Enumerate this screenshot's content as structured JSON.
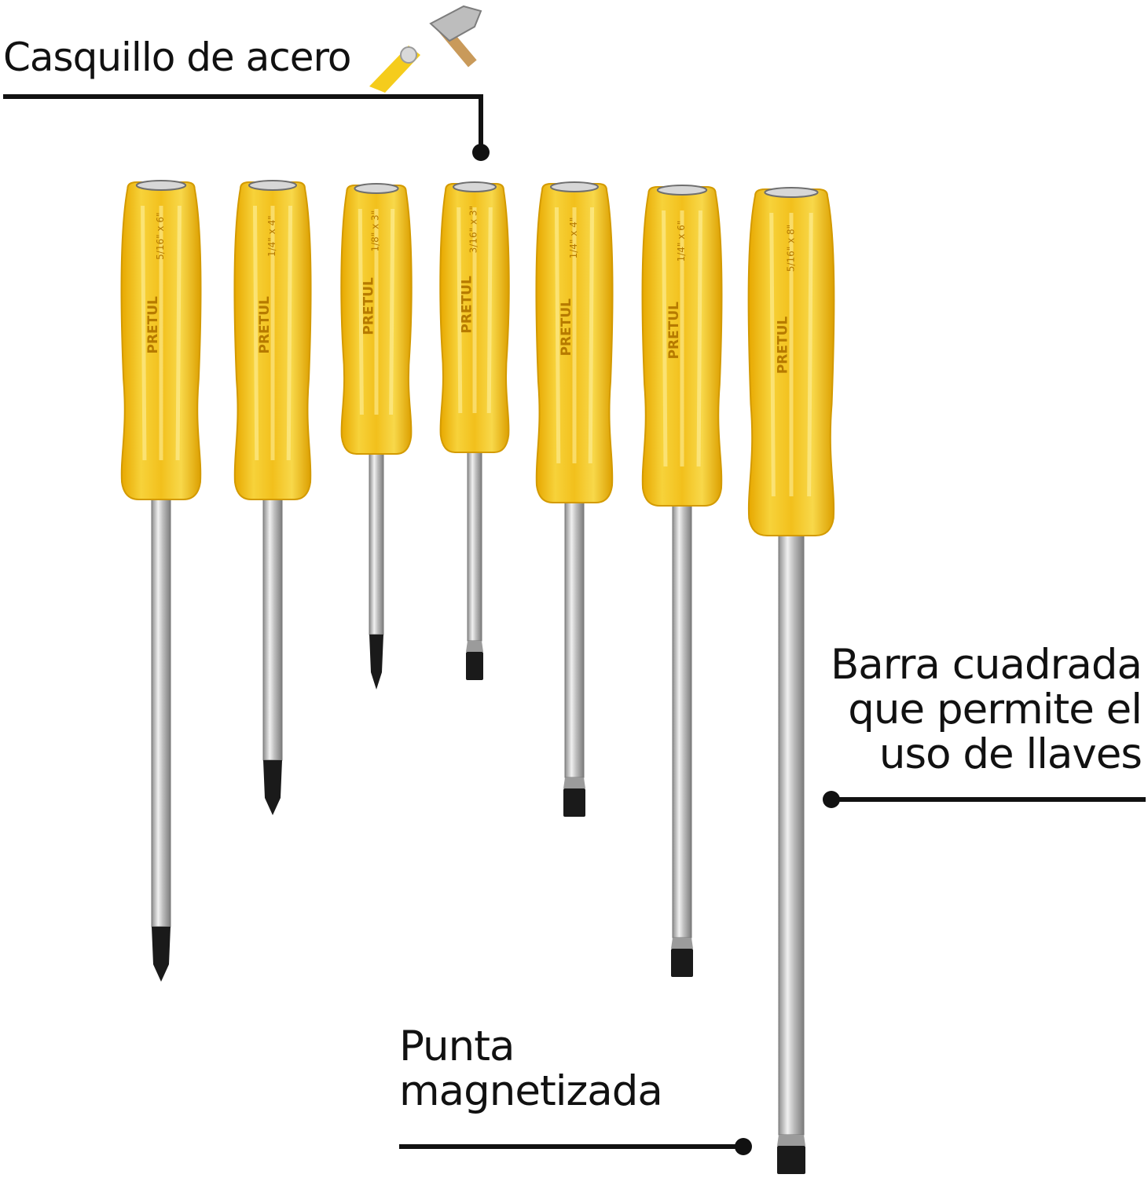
{
  "callouts": {
    "steel_cap": "Casquillo de acero",
    "square_bar": [
      "Barra cuadrada",
      "que permite el",
      "uso de llaves"
    ],
    "magnetic_tip": [
      "Punta",
      "magnetizada"
    ]
  },
  "brand": "PRETUL",
  "size_marks": [
    "5/16\" x 6\"",
    "1/4\" x 4\"",
    "1/8\" x 3\"",
    "3/16\" x 3\"",
    "1/4\" x 4\"",
    "1/4\" x 6\"",
    "5/16\" x 8\""
  ],
  "screwdrivers": [
    {
      "tip": "phillips"
    },
    {
      "tip": "phillips"
    },
    {
      "tip": "phillips"
    },
    {
      "tip": "slotted"
    },
    {
      "tip": "slotted"
    },
    {
      "tip": "slotted"
    },
    {
      "tip": "slotted"
    }
  ],
  "colors": {
    "handle": "#f3c21a",
    "handle_dark": "#e0a400",
    "shaft": "#c9c9c9",
    "tip": "#1a1a1a",
    "line": "#111111"
  }
}
